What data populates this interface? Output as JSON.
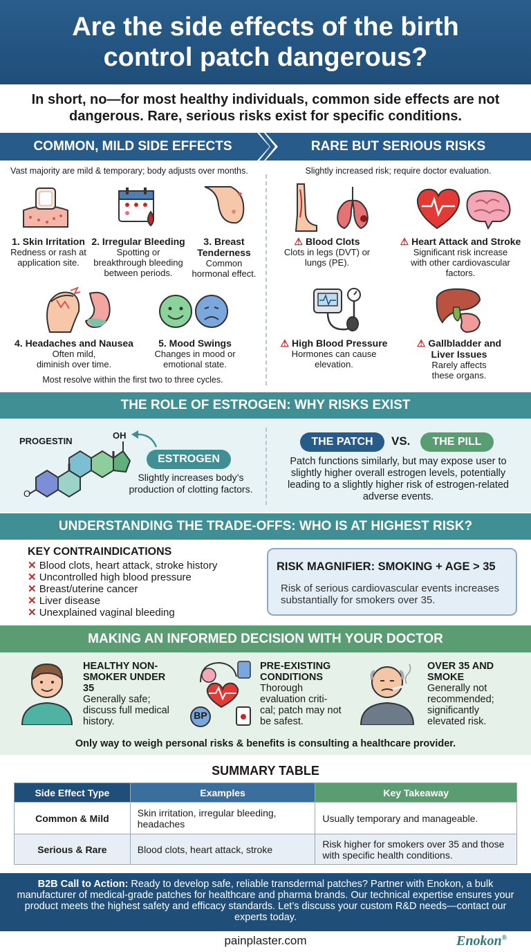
{
  "header": {
    "title": "Are the side effects of the birth control patch dangerous?"
  },
  "intro": {
    "text": "In short, no—for most healthy individuals, common side effects are not dangerous. Rare, serious risks exist for specific conditions."
  },
  "common": {
    "heading": "COMMON, MILD SIDE EFFECTS",
    "subtitle": "Vast majority are mild & temporary; body adjusts over months.",
    "items": [
      {
        "title": "1. Skin Irritation",
        "desc": "Redness or rash at application site."
      },
      {
        "title": "2. Irregular Bleeding",
        "desc": "Spotting or breakthrough bleeding between periods."
      },
      {
        "title": "3. Breast Tenderness",
        "desc": "Common hormonal effect."
      },
      {
        "title": "4. Headaches and Nausea",
        "desc": "Often mild, diminish over time."
      },
      {
        "title": "5. Mood Swings",
        "desc": "Changes in mood or emotional state."
      }
    ],
    "footnote": "Most resolve within the first two to three cycles."
  },
  "rare": {
    "heading": "RARE BUT SERIOUS RISKS",
    "subtitle": "Slightly increased risk; require doctor evaluation.",
    "warn_symbol": "⚠",
    "items": [
      {
        "title": "Blood Clots",
        "desc": "Clots in legs (DVT) or lungs (PE)."
      },
      {
        "title": "Heart Attack and Stroke",
        "desc": "Significant risk increase with other cardiovascular factors."
      },
      {
        "title": "High Blood Pressure",
        "desc": "Hormones can cause elevation."
      },
      {
        "title": "Gallbladder and Liver Issues",
        "desc": "Rarely affects these organs."
      }
    ]
  },
  "estrogen": {
    "heading": "THE ROLE OF ESTROGEN: WHY RISKS EXIST",
    "progestin_label": "PROGESTIN",
    "oh_label": "OH",
    "o_label": "O",
    "estrogen_label": "ESTROGEN",
    "estrogen_desc": "Slightly increases body’s production of clotting factors.",
    "patch_label": "THE PATCH",
    "vs_label": "VS.",
    "pill_label": "THE PILL",
    "compare_desc": "Patch functions similarly, but may expose user to slightly higher overall estrogen levels, potentially leading to a slightly higher risk of estrogen-related adverse events."
  },
  "tradeoffs": {
    "heading": "UNDERSTANDING THE TRADE-OFFS: WHO IS AT HIGHEST RISK?",
    "contra_title": "KEY CONTRAINDICATIONS",
    "x_mark": "✕",
    "contra_items": [
      "Blood clots, heart attack, stroke history",
      "Uncontrolled high blood pressure",
      "Breast/uterine cancer",
      "Liver disease",
      "Unexplained vaginal bleeding"
    ],
    "magnifier_title": "RISK MAGNIFIER: SMOKING + AGE > 35",
    "magnifier_desc": "Risk of serious cardiovascular events increases substantially for smokers over 35."
  },
  "decision": {
    "heading": "MAKING AN INFORMED DECISION WITH YOUR DOCTOR",
    "bp_label": "BP",
    "profiles": [
      {
        "title": "HEALTHY NON-SMOKER UNDER 35",
        "desc": "Generally safe; discuss full medical history."
      },
      {
        "title": "PRE-EXISTING CONDITIONS",
        "desc": "Thorough evaluation criti-cal; patch may not be safest."
      },
      {
        "title": "OVER 35 AND SMOKE",
        "desc": "Generally not recommended; significantly elevated risk."
      }
    ],
    "footnote": "Only way to weigh personal risks & benefits is consulting a healthcare provider."
  },
  "summary": {
    "title": "SUMMARY TABLE",
    "headers": [
      "Side Effect Type",
      "Examples",
      "Key Takeaway"
    ],
    "rows": [
      [
        "Common & Mild",
        "Skin irritation, irregular bleeding, headaches",
        "Usually temporary and manageable."
      ],
      [
        "Serious & Rare",
        "Blood clots, heart attack, stroke",
        "Risk higher for smokers over 35 and those with specific health conditions."
      ]
    ]
  },
  "cta": {
    "lead": "B2B Call to Action:",
    "text": " Ready to develop safe, reliable transdermal patches? Partner with Enokon, a bulk manufacturer of medical-grade patches for healthcare and pharma brands. Our technical expertise ensures your product meets the highest safety and efficacy standards. Let’s discuss your custom R&D needs—contact our experts today."
  },
  "footer": {
    "site": "painplaster.com",
    "brand": "Enokon",
    "brand_mark": "®"
  },
  "colors": {
    "navy": "#1f4e79",
    "blue": "#275b8a",
    "teal": "#3f8f94",
    "green": "#5b9d73",
    "warn": "#c62828"
  }
}
